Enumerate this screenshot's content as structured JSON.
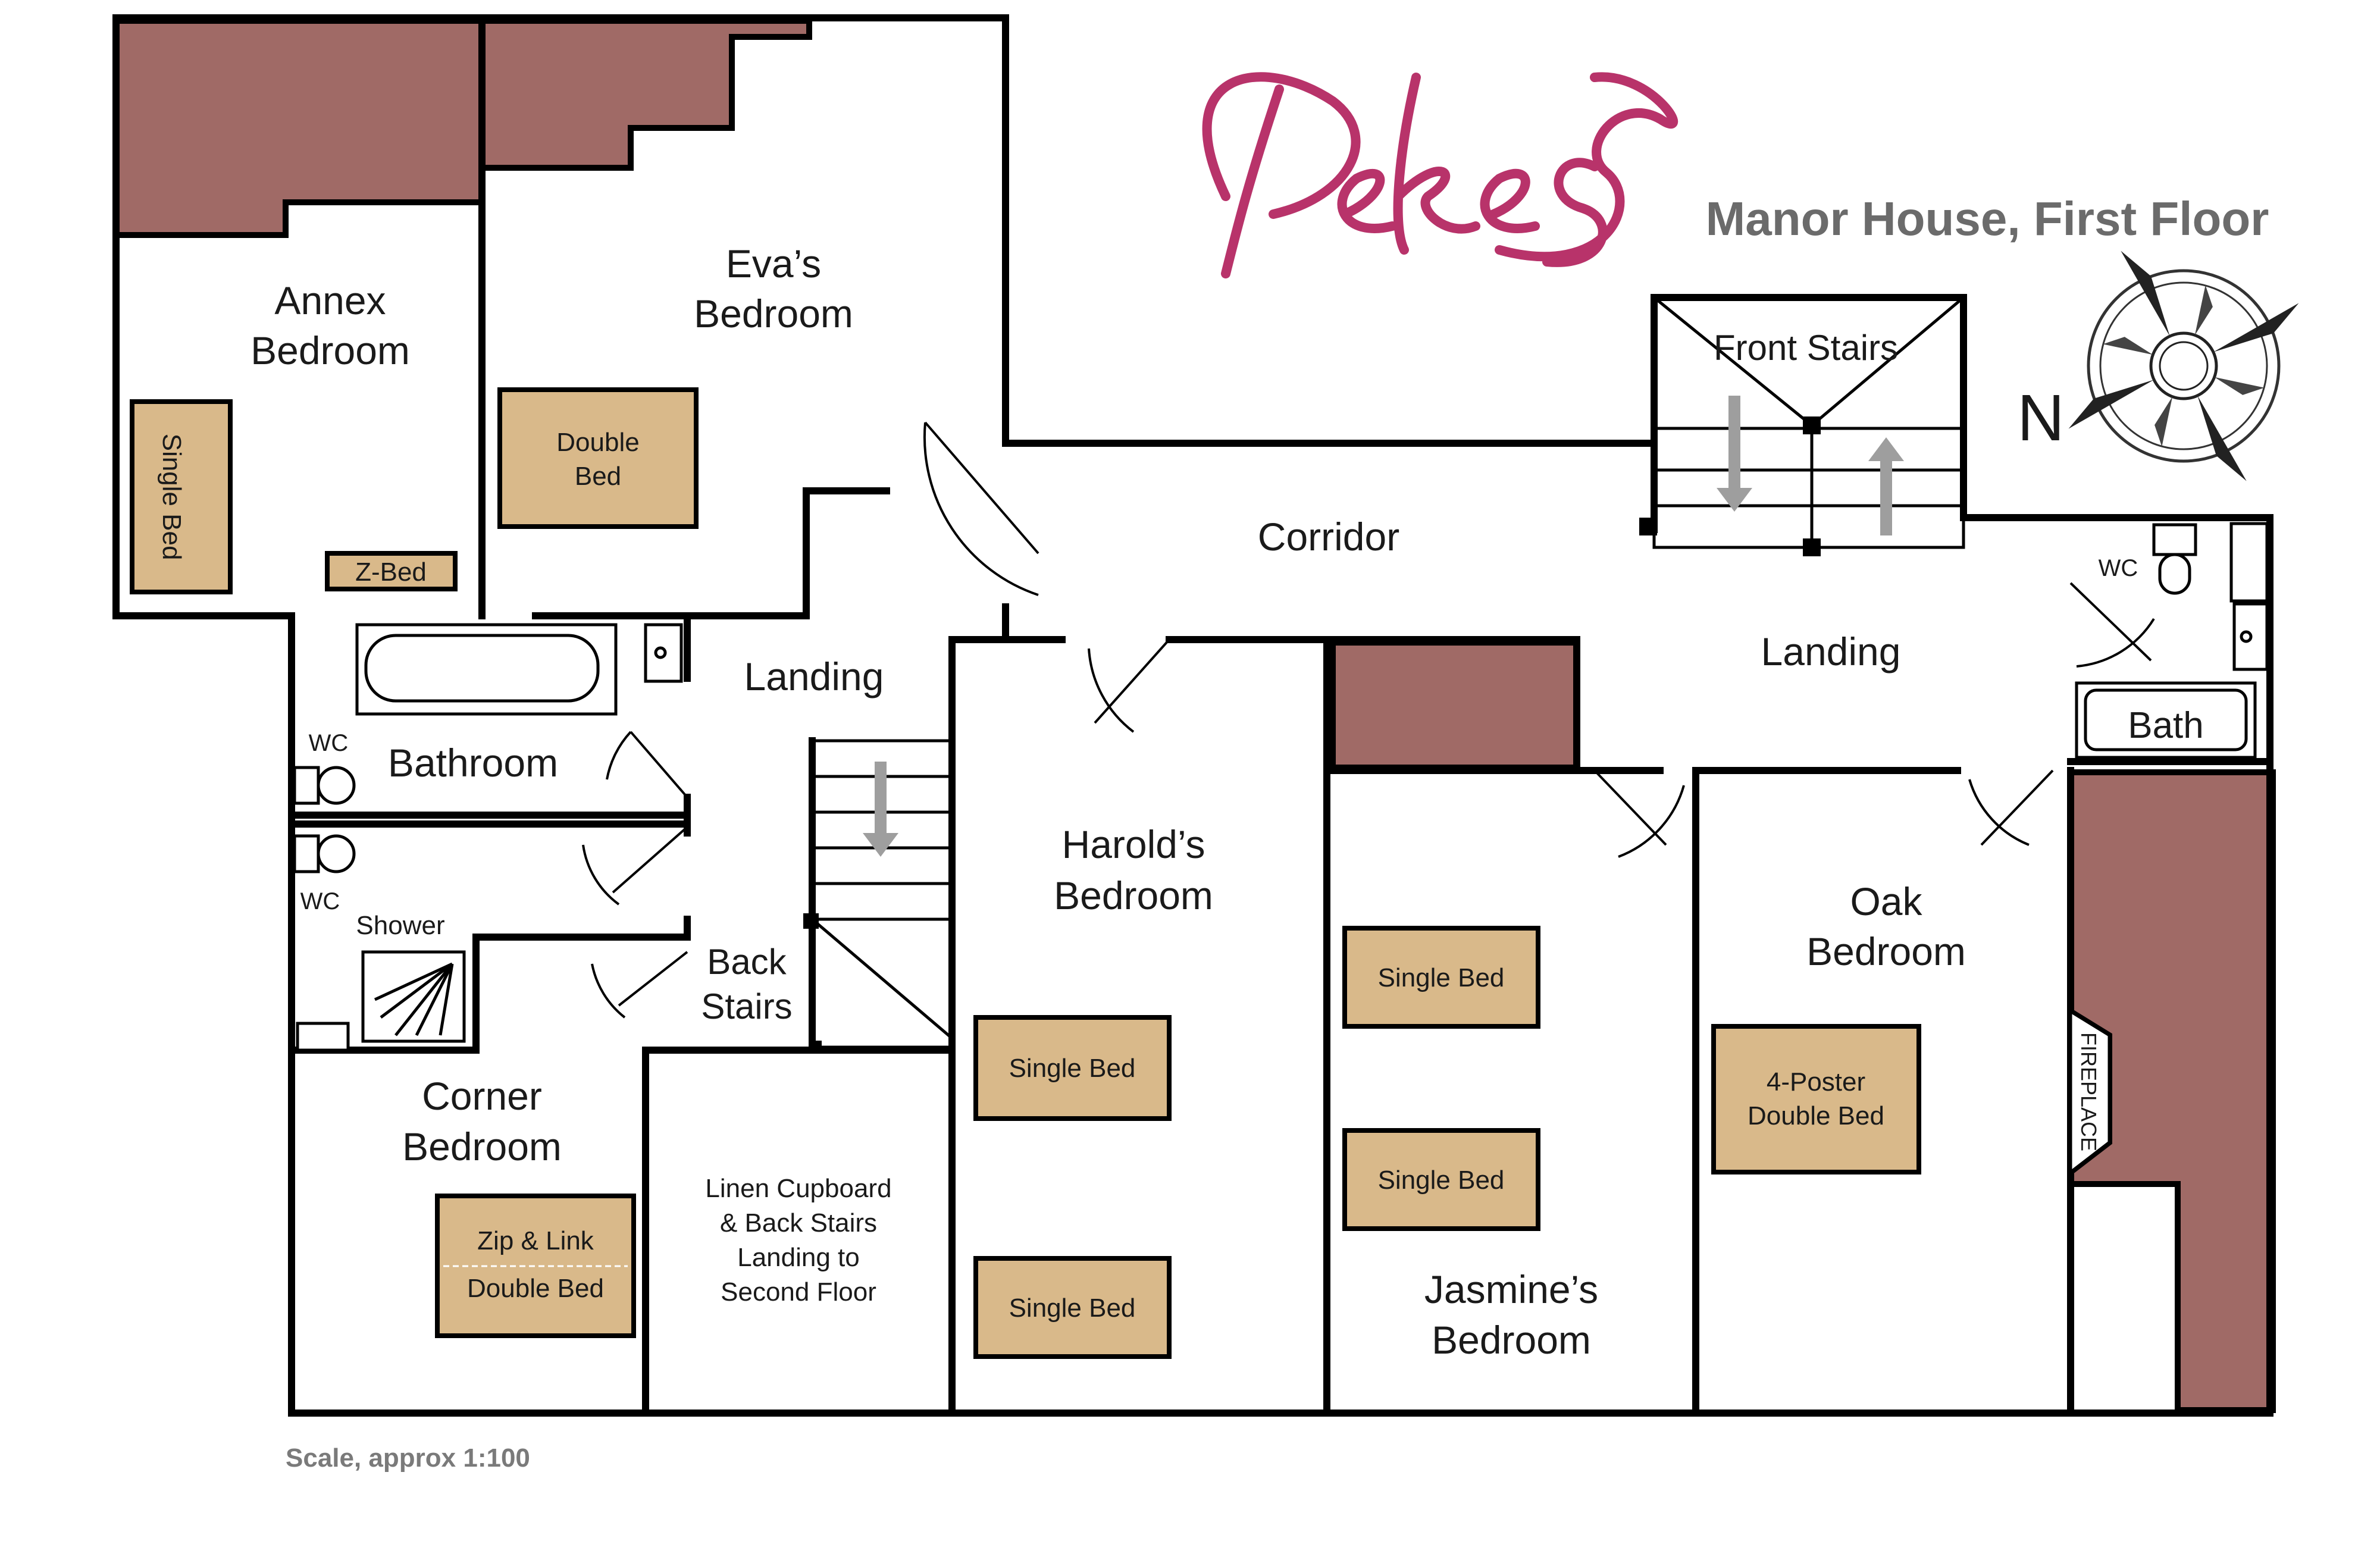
{
  "logo": {
    "text": "Pekes",
    "color": "#b8336a"
  },
  "title": "Manor House, First Floor",
  "compass": {
    "label": "N"
  },
  "scale": "Scale, approx 1:100",
  "colors": {
    "chimney": "#a06a66",
    "bed": "#d9b98a",
    "arrow": "#9e9e9e"
  },
  "rooms": {
    "annex": [
      "Annex",
      "Bedroom"
    ],
    "eva": [
      "Eva’s",
      "Bedroom"
    ],
    "corridor": "Corridor",
    "front_stairs": "Front Stairs",
    "landing_left": "Landing",
    "landing_right": "Landing",
    "bathroom": "Bathroom",
    "wc1": "WC",
    "wc2": "WC",
    "wc3": "WC",
    "shower": "Shower",
    "back_stairs": [
      "Back",
      "Stairs"
    ],
    "harold": [
      "Harold’s",
      "Bedroom"
    ],
    "jasmine": [
      "Jasmine’s",
      "Bedroom"
    ],
    "oak": [
      "Oak",
      "Bedroom"
    ],
    "corner": [
      "Corner",
      "Bedroom"
    ],
    "linen": [
      "Linen Cupboard",
      "& Back Stairs",
      "Landing to",
      "Second Floor"
    ],
    "bath": "Bath",
    "fireplace": "FIREPLACE"
  },
  "beds": {
    "annex_single": "Single Bed",
    "annex_zbed": "Z-Bed",
    "eva_double": [
      "Double",
      "Bed"
    ],
    "harold_single_1": "Single Bed",
    "harold_single_2": "Single Bed",
    "jasmine_single_1": "Single Bed",
    "jasmine_single_2": "Single Bed",
    "oak_poster": [
      "4-Poster",
      "Double Bed"
    ],
    "corner_zip": [
      "Zip & Link",
      "Double Bed"
    ]
  }
}
